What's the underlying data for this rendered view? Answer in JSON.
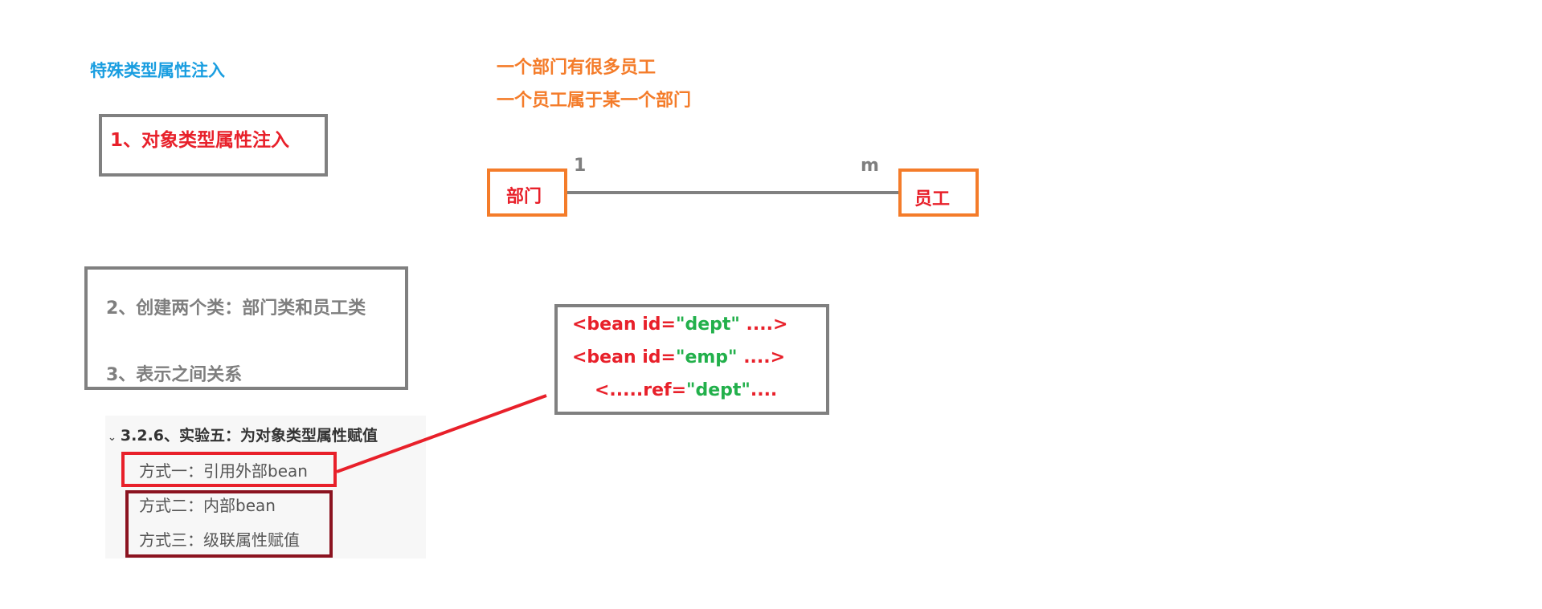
{
  "title": "特殊类型属性注入",
  "step1": "1、对象类型属性注入",
  "step2": "2、创建两个类：部门类和员工类",
  "step3": "3、表示之间关系",
  "relation": {
    "line1": "一个部门有很多员工",
    "line2": "一个员工属于某一个部门",
    "left_entity": "部门",
    "right_entity": "员工",
    "left_cardinality": "1",
    "right_cardinality": "m"
  },
  "code": {
    "line1": {
      "prefix": "<bean id=",
      "value": "\"dept\"",
      "suffix": " ....>"
    },
    "line2": {
      "prefix": "<bean id=",
      "value": "\"emp\"",
      "suffix": " ....>"
    },
    "line3": {
      "prefix": "<.....ref=",
      "value": "\"dept\"",
      "suffix": "...."
    }
  },
  "toc": {
    "heading": "3.2.6、实验五：为对象类型属性赋值",
    "items": [
      "方式一：引用外部bean",
      "方式二：内部bean",
      "方式三：级联属性赋值"
    ]
  },
  "colors": {
    "title": "#1a9ee0",
    "accent_red": "#e8202a",
    "accent_orange": "#f47c2a",
    "value_green": "#22b04b",
    "gray": "#808080",
    "dark_red": "#8b1320"
  }
}
